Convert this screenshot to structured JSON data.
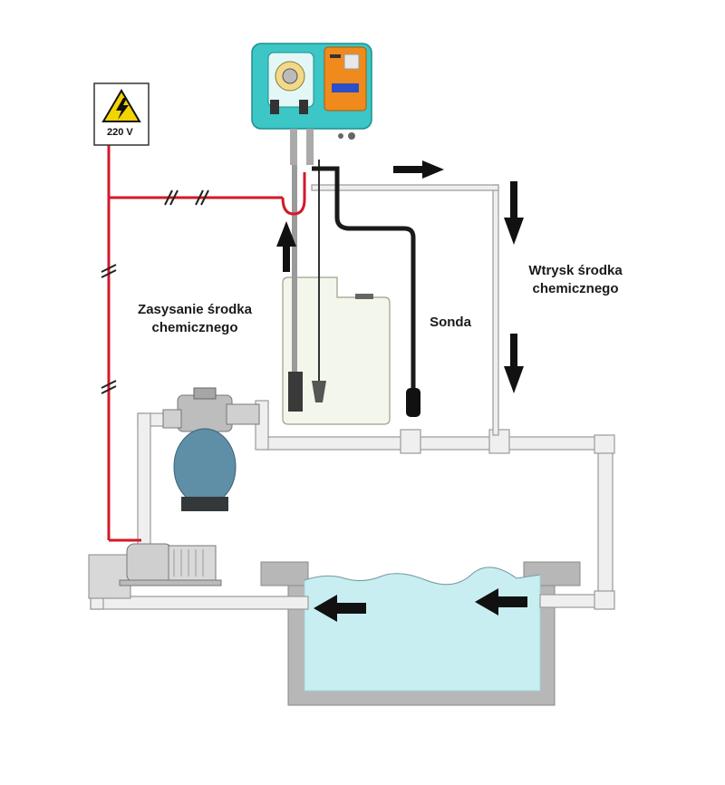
{
  "labels": {
    "voltage": "220 V",
    "suction_line1": "Zasysanie środka",
    "suction_line2": "chemicznego",
    "probe": "Sonda",
    "injection_line1": "Wtrysk środka",
    "injection_line2": "chemicznego"
  },
  "icons": {
    "voltage_sign": "high-voltage-warning-icon",
    "flow_arrow": "arrow-icon"
  },
  "colors": {
    "power_cable": "#d4182a",
    "pump_body": "#3cc6c6",
    "controller_panel": "#f08a1c",
    "display": "#2a4fc8",
    "water": "#c8eef2",
    "pipe": "#e8e8e8",
    "pipe_outline": "#9a9a9a",
    "filter_tank": "#5e8fa6",
    "pool_wall": "#b7b7b7",
    "warning_yellow": "#f2d400"
  }
}
